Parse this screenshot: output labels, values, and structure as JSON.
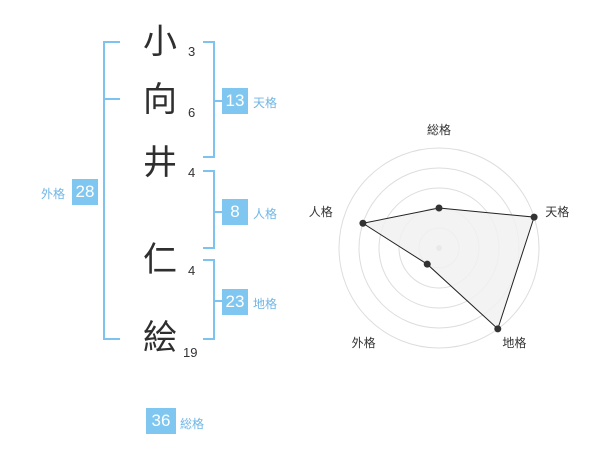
{
  "name": {
    "chars": [
      {
        "char": "小",
        "strokes": "3"
      },
      {
        "char": "向",
        "strokes": "6"
      },
      {
        "char": "井",
        "strokes": "4"
      },
      {
        "char": "仁",
        "strokes": "4"
      },
      {
        "char": "絵",
        "strokes": "19"
      }
    ]
  },
  "kakusu": {
    "tenkaku": {
      "value": "13",
      "label": "天格"
    },
    "jinkaku": {
      "value": "8",
      "label": "人格"
    },
    "chikaku": {
      "value": "23",
      "label": "地格"
    },
    "gaikaku": {
      "value": "28",
      "label": "外格"
    },
    "soukaku": {
      "value": "36",
      "label": "総格"
    }
  },
  "colors": {
    "accent": "#7fc7f1",
    "bracket": "#7cc4ef",
    "radar_fill": "#f1f1f1",
    "radar_stroke": "#222222",
    "grid": "#dddddd"
  },
  "chart_data": {
    "type": "radar",
    "axes": [
      "総格",
      "天格",
      "地格",
      "外格",
      "人格"
    ],
    "values": [
      2,
      5,
      5,
      1,
      4
    ],
    "range": [
      0,
      5
    ],
    "rings": 5
  }
}
